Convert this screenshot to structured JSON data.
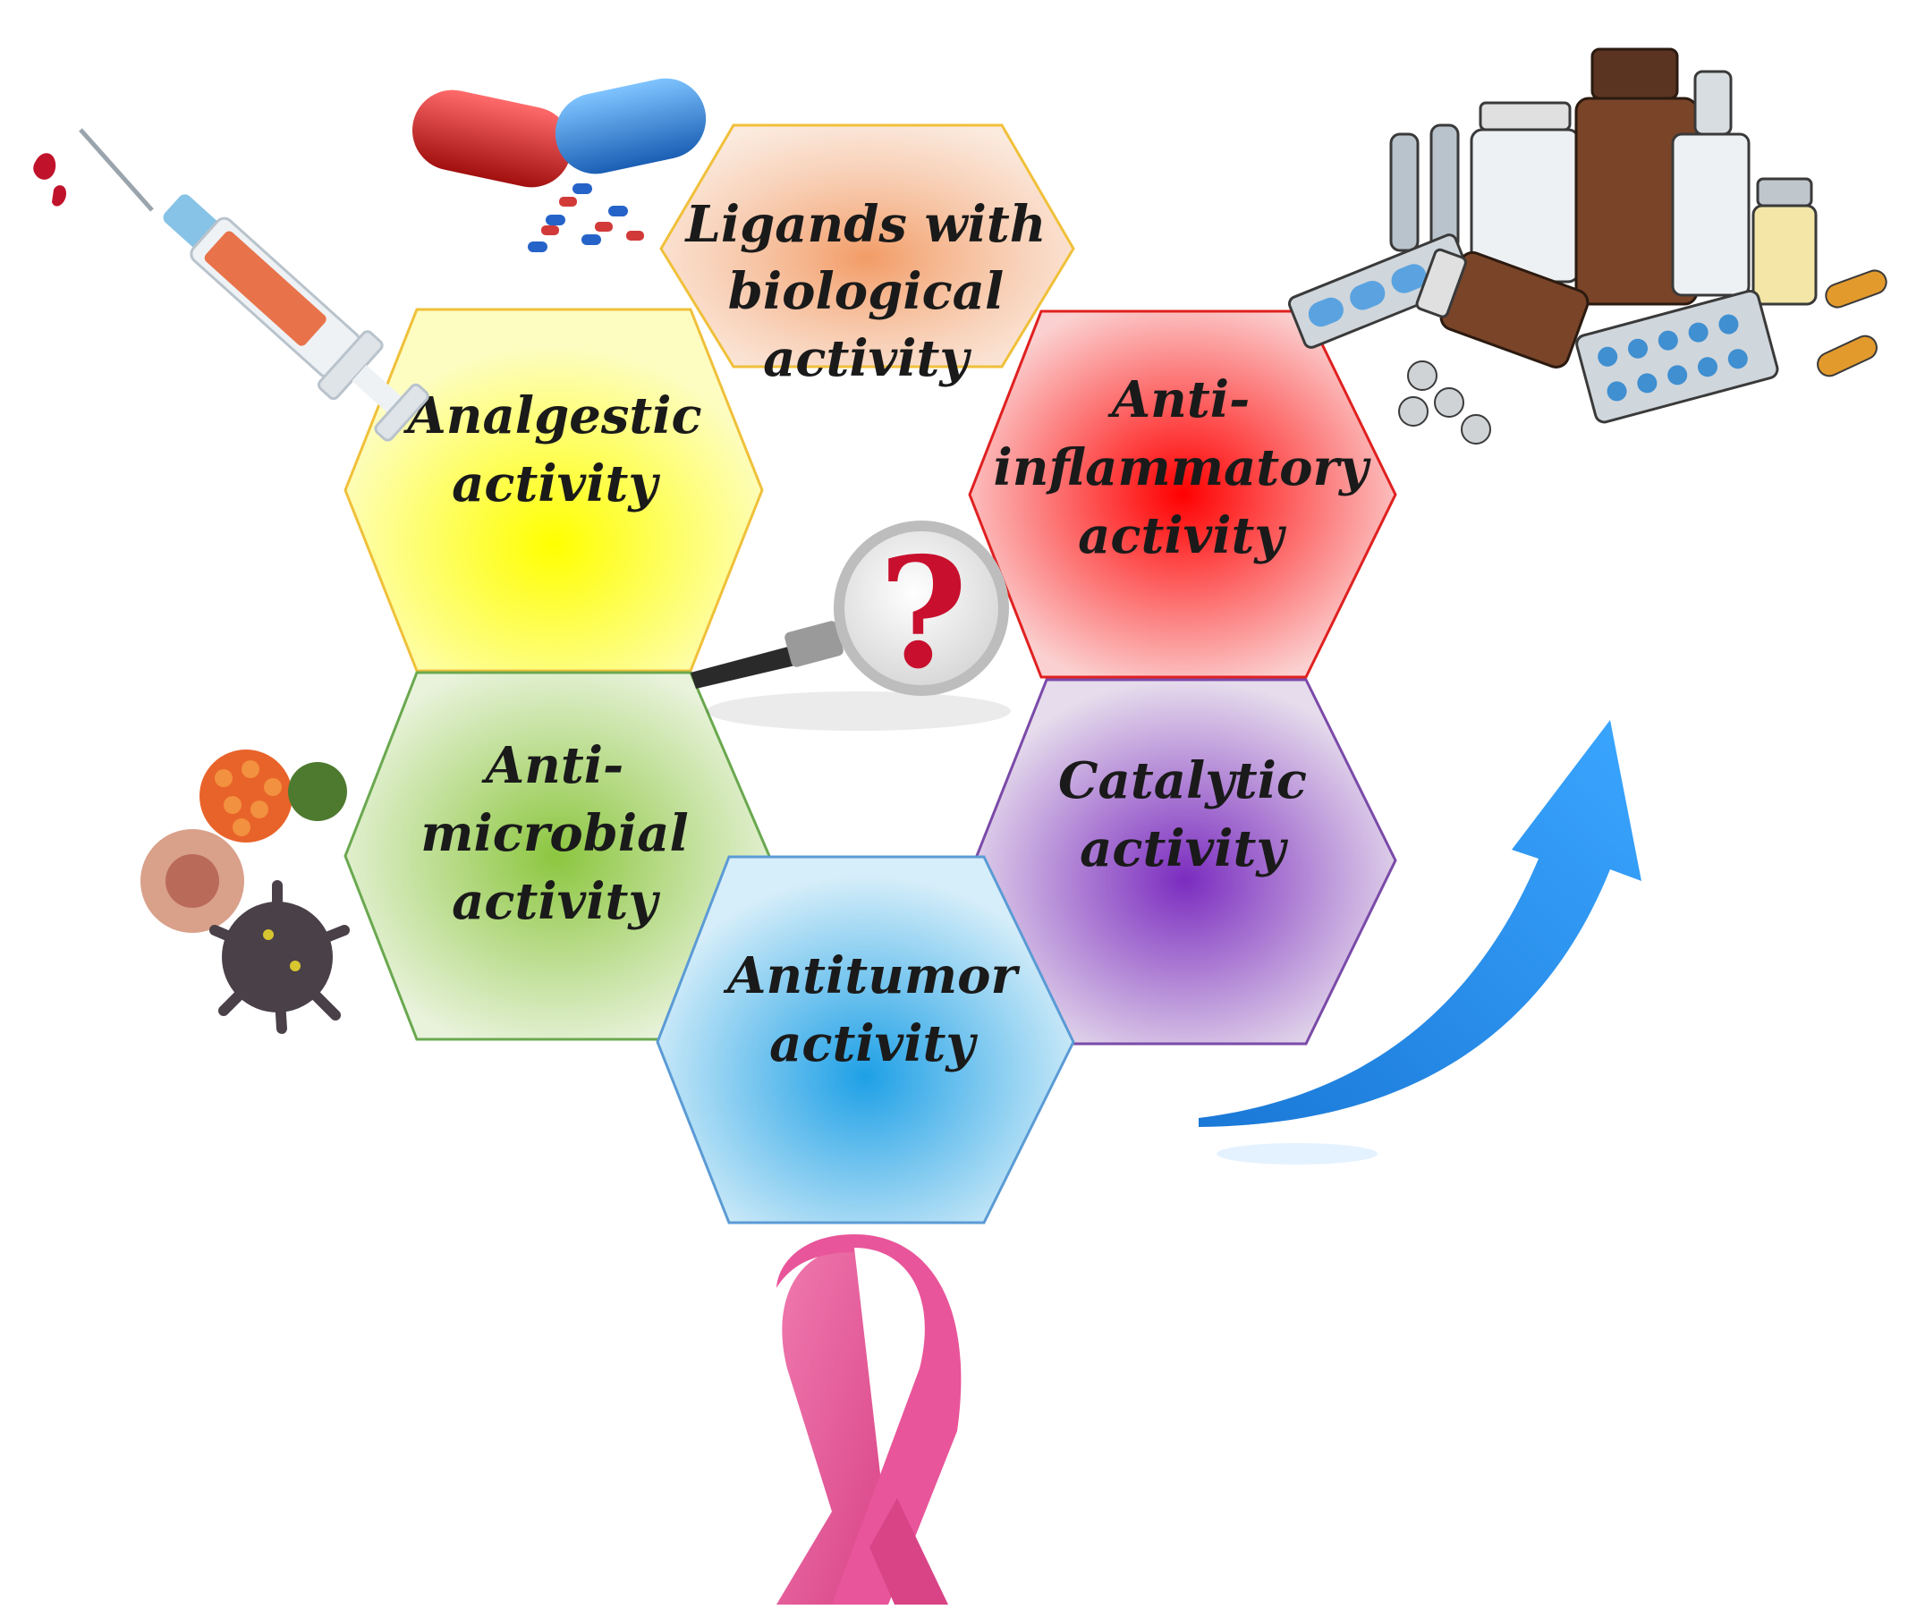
{
  "hexagons": [
    {
      "id": "ligands",
      "lines": [
        "Ligands with",
        "biological",
        "activity"
      ],
      "color": "#f2a46b",
      "stroke": "#f0c03a"
    },
    {
      "id": "analgestic",
      "lines": [
        "Analgestic",
        "activity"
      ],
      "color": "#ffff33",
      "stroke": "#f0c03a"
    },
    {
      "id": "anti-inflammatory",
      "lines": [
        "Anti-",
        "inflammatory",
        "activity"
      ],
      "color": "#ff1a1a",
      "stroke": "#e02020"
    },
    {
      "id": "anti-microbial",
      "lines": [
        "Anti-",
        "microbial",
        "activity"
      ],
      "color": "#8cc63f",
      "stroke": "#6aa84f"
    },
    {
      "id": "catalytic",
      "lines": [
        "Catalytic",
        "activity"
      ],
      "color": "#8a3fbf",
      "stroke": "#7a4aa8"
    },
    {
      "id": "antitumor",
      "lines": [
        "Antitumor",
        "activity"
      ],
      "color": "#29abe2",
      "stroke": "#5b9bd5"
    }
  ],
  "icons": {
    "center": "magnifier-question-icon",
    "top_left": "syringe-icon",
    "top": "capsule-icon",
    "top_right": "medicines-icon",
    "left": "virus-icon",
    "right": "up-arrow-icon",
    "bottom": "awareness-ribbon-icon"
  },
  "colors": {
    "arrow": "#1e90ff",
    "ribbon": "#e8559a",
    "question": "#c8102e"
  }
}
